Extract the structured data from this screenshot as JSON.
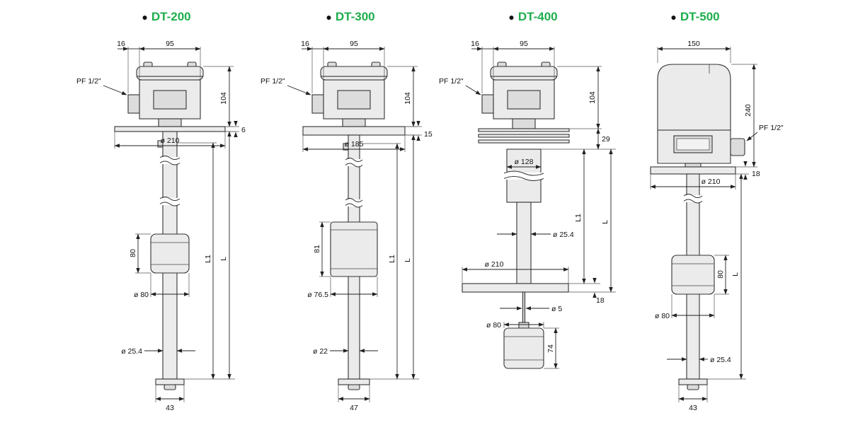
{
  "bullet": "●",
  "colors": {
    "accent_green": "#1eae4c",
    "line": "#222222",
    "metal_fill": "#ebebeb"
  },
  "panels": [
    {
      "title": "DT-200",
      "labels": {
        "d16": "16",
        "d95": "95",
        "pf": "PF 1/2\"",
        "d104": "104",
        "flange_t": "6",
        "flange_dia": "ø 210",
        "float_h": "80",
        "float_dia": "ø 80",
        "l1": "L1",
        "l": "L",
        "pipe_dia": "ø 25.4",
        "bottom_w": "43"
      }
    },
    {
      "title": "DT-300",
      "labels": {
        "d16": "16",
        "d95": "95",
        "pf": "PF 1/2\"",
        "d104": "104",
        "flange_t": "15",
        "flange_dia": "ø 185",
        "float_h": "81",
        "float_dia": "ø 76.5",
        "l1": "L1",
        "l": "L",
        "pipe_dia": "ø 22",
        "bottom_w": "47"
      }
    },
    {
      "title": "DT-400",
      "labels": {
        "d16": "16",
        "d95": "95",
        "pf": "PF 1/2\"",
        "d104": "104",
        "plates_h": "29",
        "tube_dia": "ø 128",
        "pipe_dia": "ø 25.4",
        "flange_dia": "ø 210",
        "flange_t": "18",
        "rod_dia": "ø 5",
        "float_dia": "ø 80",
        "float_h": "74",
        "l1": "L1",
        "l": "L"
      }
    },
    {
      "title": "DT-500",
      "labels": {
        "d150": "150",
        "d240": "240",
        "pf": "PF 1/2\"",
        "flange_t": "18",
        "flange_dia": "ø 210",
        "float_h": "80",
        "float_dia": "ø 80",
        "l": "L",
        "pipe_dia": "ø 25.4",
        "bottom_w": "43"
      }
    }
  ]
}
